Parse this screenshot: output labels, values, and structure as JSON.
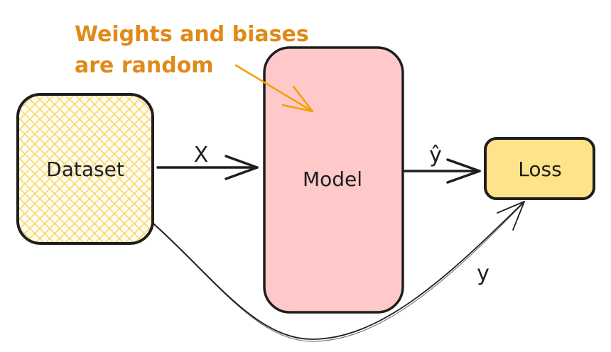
{
  "diagram": {
    "annotation": {
      "lines": [
        "Weights and biases",
        "are random"
      ],
      "color": "#e08a17"
    },
    "nodes": {
      "dataset": {
        "label": "Dataset",
        "fill": "#fff3bf",
        "hatch": "#f6d86b"
      },
      "model": {
        "label": "Model",
        "fill": "#ffc9c9"
      },
      "loss": {
        "label": "Loss",
        "fill": "#ffe38a"
      }
    },
    "edges": {
      "dataset_to_model": {
        "label": "X"
      },
      "model_to_loss": {
        "label": "ŷ"
      },
      "dataset_to_loss": {
        "label": "y"
      }
    },
    "stroke_color": "#1e1e1e"
  }
}
